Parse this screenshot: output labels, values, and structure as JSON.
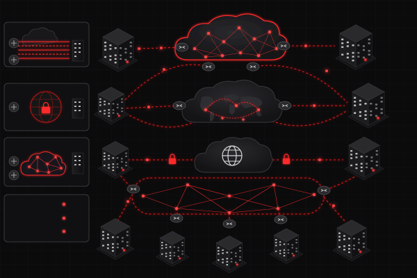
{
  "diagram": {
    "description_text": "",
    "palette": {
      "background": "#0b0b0c",
      "grid": "#1a1a1c",
      "accent": "#ff2a2a",
      "accent_dim": "#c41414",
      "panel_border": "#3a3a3e",
      "cloud_fill": "#1c1c1f",
      "building_fill": "#151517",
      "router_fill": "#2a2a2d"
    },
    "icons": {
      "router": "router-icon",
      "lock": "lock-icon",
      "globe": "globe-icon",
      "cloud": "cloud-icon",
      "building": "building-icon"
    },
    "legend_panels": [
      {
        "id": "panel-direct-links",
        "icon": "router-icon"
      },
      {
        "id": "panel-encrypted-globe",
        "icon": "lock-icon"
      },
      {
        "id": "panel-cloud-mesh",
        "icon": "cloud-icon"
      },
      {
        "id": "panel-line-styles",
        "line_styles": [
          "solid",
          "dashed",
          "dotted"
        ]
      }
    ]
  }
}
